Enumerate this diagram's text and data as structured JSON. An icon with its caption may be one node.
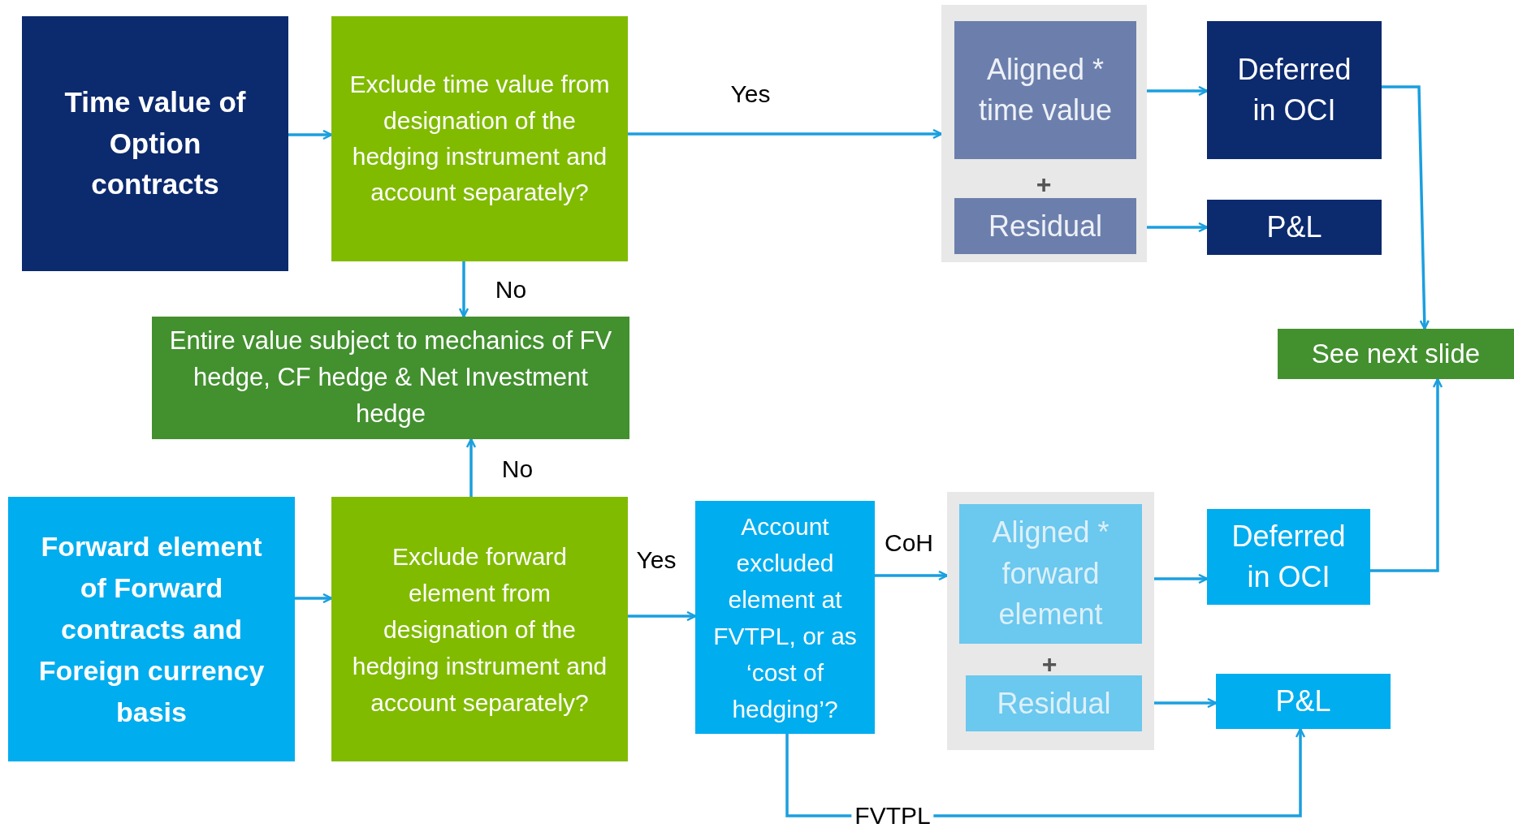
{
  "diagram": {
    "nodes": [
      {
        "text": [
          "Time value of Option contracts"
        ]
      },
      {
        "text": [
          "Exclude time value from designation of the hedging instrument and account separately?"
        ]
      },
      {
        "text": [],
        "shape": "box"
      },
      {
        "text": [
          "Aligned * time value"
        ],
        "in": 2
      },
      {
        "text": [
          "Residual"
        ],
        "in": 2
      },
      {
        "text": [
          "Deferred in OCI"
        ]
      },
      {
        "text": [
          "P&L"
        ]
      },
      {
        "text": [
          "Entire value subject to mechanics of FV hedge, CF hedge & Net Investment hedge"
        ]
      },
      {
        "text": [
          "See next slide"
        ]
      },
      {
        "text": [
          "Forward element of Forward contracts and Foreign currency basis"
        ]
      },
      {
        "text": [
          "Exclude forward element from designation of the hedging instrument and account separately?"
        ]
      },
      {
        "text": [
          "Account excluded element at FVTPL, or as ‘cost of hedging’?"
        ]
      },
      {
        "text": [],
        "shape": "box"
      },
      {
        "text": [
          "Aligned * forward element"
        ],
        "in": 12
      },
      {
        "text": [
          "Residual"
        ],
        "in": 12
      },
      {
        "text": [
          "Deferred in OCI"
        ]
      },
      {
        "text": [
          "P&L"
        ]
      }
    ],
    "edges": [
      {
        "from": 0,
        "to": 1,
        "arrow": "to"
      },
      {
        "from": 1,
        "to": 2,
        "arrow": "to",
        "label": "Yes"
      },
      {
        "from": 1,
        "to": 7,
        "arrow": "to",
        "label": "No"
      },
      {
        "from": 3,
        "to": 5,
        "arrow": "to"
      },
      {
        "from": 4,
        "to": 6,
        "arrow": "to"
      },
      {
        "from": 5,
        "to": 8,
        "arrow": "to"
      },
      {
        "from": 10,
        "to": 7,
        "arrow": "to",
        "label": "No"
      },
      {
        "from": 9,
        "to": 10,
        "arrow": "to"
      },
      {
        "from": 10,
        "to": 11,
        "arrow": "to",
        "label": "Yes"
      },
      {
        "from": 11,
        "to": 12,
        "arrow": "to",
        "label": "CoH"
      },
      {
        "from": 13,
        "to": 15,
        "arrow": "to"
      },
      {
        "from": 14,
        "to": 16,
        "arrow": "to"
      },
      {
        "from": 15,
        "to": 8,
        "arrow": "to"
      },
      {
        "from": 11,
        "to": 16,
        "arrow": "to",
        "label": "FVTPL"
      }
    ],
    "labels": [
      "+",
      "+"
    ]
  }
}
